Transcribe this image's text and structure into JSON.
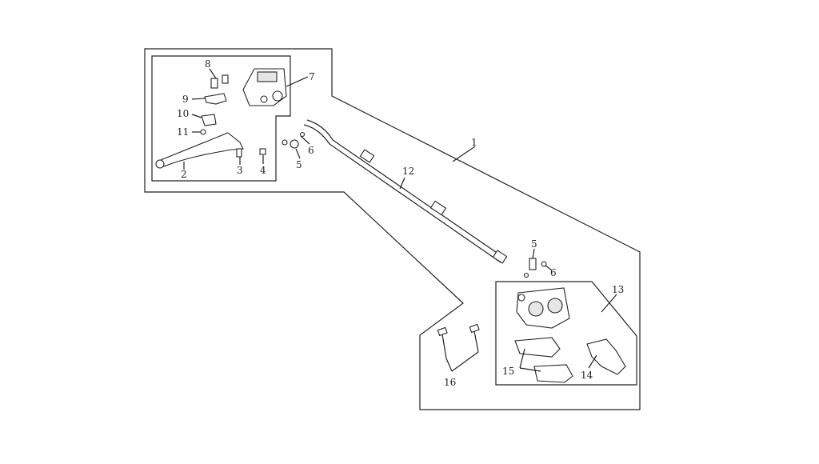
{
  "diagram": {
    "type": "exploded-parts-diagram",
    "callouts": {
      "c1": "1",
      "c2": "2",
      "c3": "3",
      "c4": "4",
      "c5a": "5",
      "c6a": "6",
      "c7": "7",
      "c8": "8",
      "c9": "9",
      "c10": "10",
      "c11": "11",
      "c12": "12",
      "c5b": "5",
      "c6b": "6",
      "c13": "13",
      "c14": "14",
      "c15": "15",
      "c16": "16"
    }
  }
}
